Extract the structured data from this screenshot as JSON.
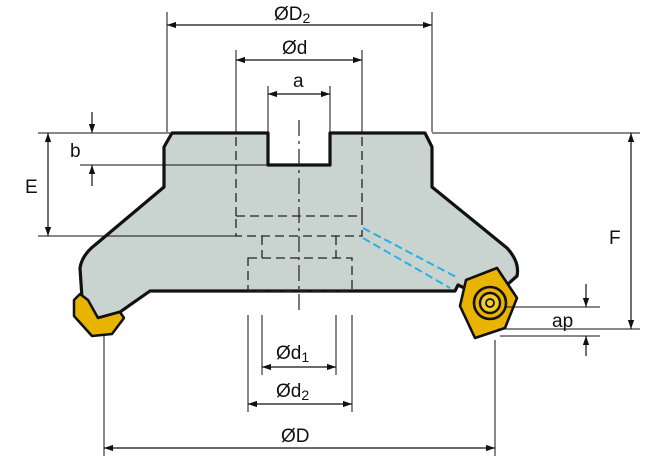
{
  "labels": {
    "D2": "ØD",
    "D2_sub": "2",
    "d": "Ød",
    "a": "a",
    "b": "b",
    "E": "E",
    "F": "F",
    "ap": "ap",
    "d1": "Ød",
    "d1_sub": "1",
    "d2": "Ød",
    "d2_sub": "2",
    "D": "ØD"
  },
  "colors": {
    "body_fill": "#c9d3d0",
    "body_outline": "#111111",
    "insert_gold": "#e8b400",
    "coolant": "#2ab0e6"
  },
  "icons": [
    "milling-cutter-body",
    "square-insert",
    "coolant-channel"
  ]
}
